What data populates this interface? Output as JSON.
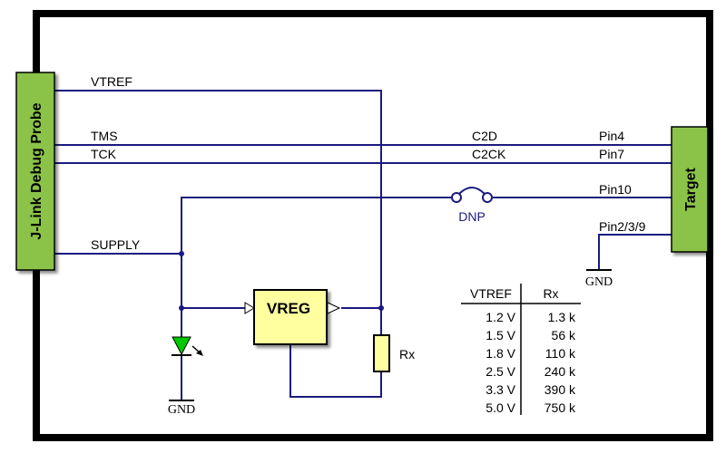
{
  "probe": {
    "title": "J-Link Debug Probe"
  },
  "target": {
    "title": "Target"
  },
  "signals": {
    "vtref": "VTREF",
    "tms": "TMS",
    "tck": "TCK",
    "supply": "SUPPLY",
    "c2d": "C2D",
    "c2ck": "C2CK"
  },
  "pins": {
    "pin4": "Pin4",
    "pin7": "Pin7",
    "pin10": "Pin10",
    "pin_gnd": "Pin2/3/9"
  },
  "components": {
    "dnp": "DNP",
    "vreg": "VREG",
    "rx": "Rx",
    "gnd": "GND"
  },
  "table": {
    "header": [
      "VTREF",
      "Rx"
    ],
    "rows": [
      [
        "1.2 V",
        "1.3 k"
      ],
      [
        "1.5 V",
        "56 k"
      ],
      [
        "1.8 V",
        "110 k"
      ],
      [
        "2.5 V",
        "240 k"
      ],
      [
        "3.3 V",
        "390 k"
      ],
      [
        "5.0 V",
        "750 k"
      ]
    ]
  },
  "colors": {
    "wire": "#1a1a80",
    "block_fill": "#8bc34a",
    "vreg_fill": "#ffffa0",
    "led": "#00c800"
  }
}
